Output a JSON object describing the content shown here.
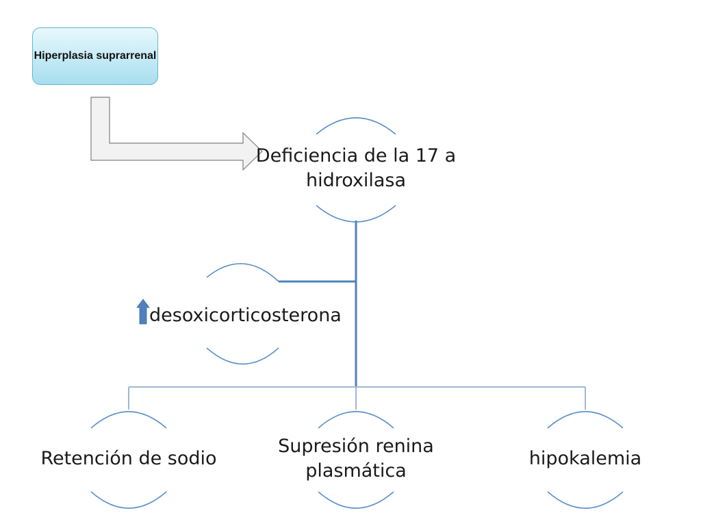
{
  "diagram": {
    "start": {
      "label": "Hiperplasia suprarrenal"
    },
    "main": {
      "label": "Deficiencia de la 17 a hidroxilasa"
    },
    "intermediate": {
      "label": "desoxicorticosterona",
      "indicator": "up-arrow-icon"
    },
    "effects": [
      {
        "label": "Retención de sodio"
      },
      {
        "label": "Supresión renina plasmática"
      },
      {
        "label": "hipokalemia"
      }
    ]
  },
  "colors": {
    "connector": "#4f81bd",
    "arc": "#5b8fc9",
    "start_fill_top": "#e8f8fc",
    "start_fill_bottom": "#a8def0",
    "start_border": "#5fb7c9",
    "big_arrow_fill": "#f2f2f2",
    "big_arrow_stroke": "#7f7f7f",
    "up_arrow": "#4f81bd"
  }
}
